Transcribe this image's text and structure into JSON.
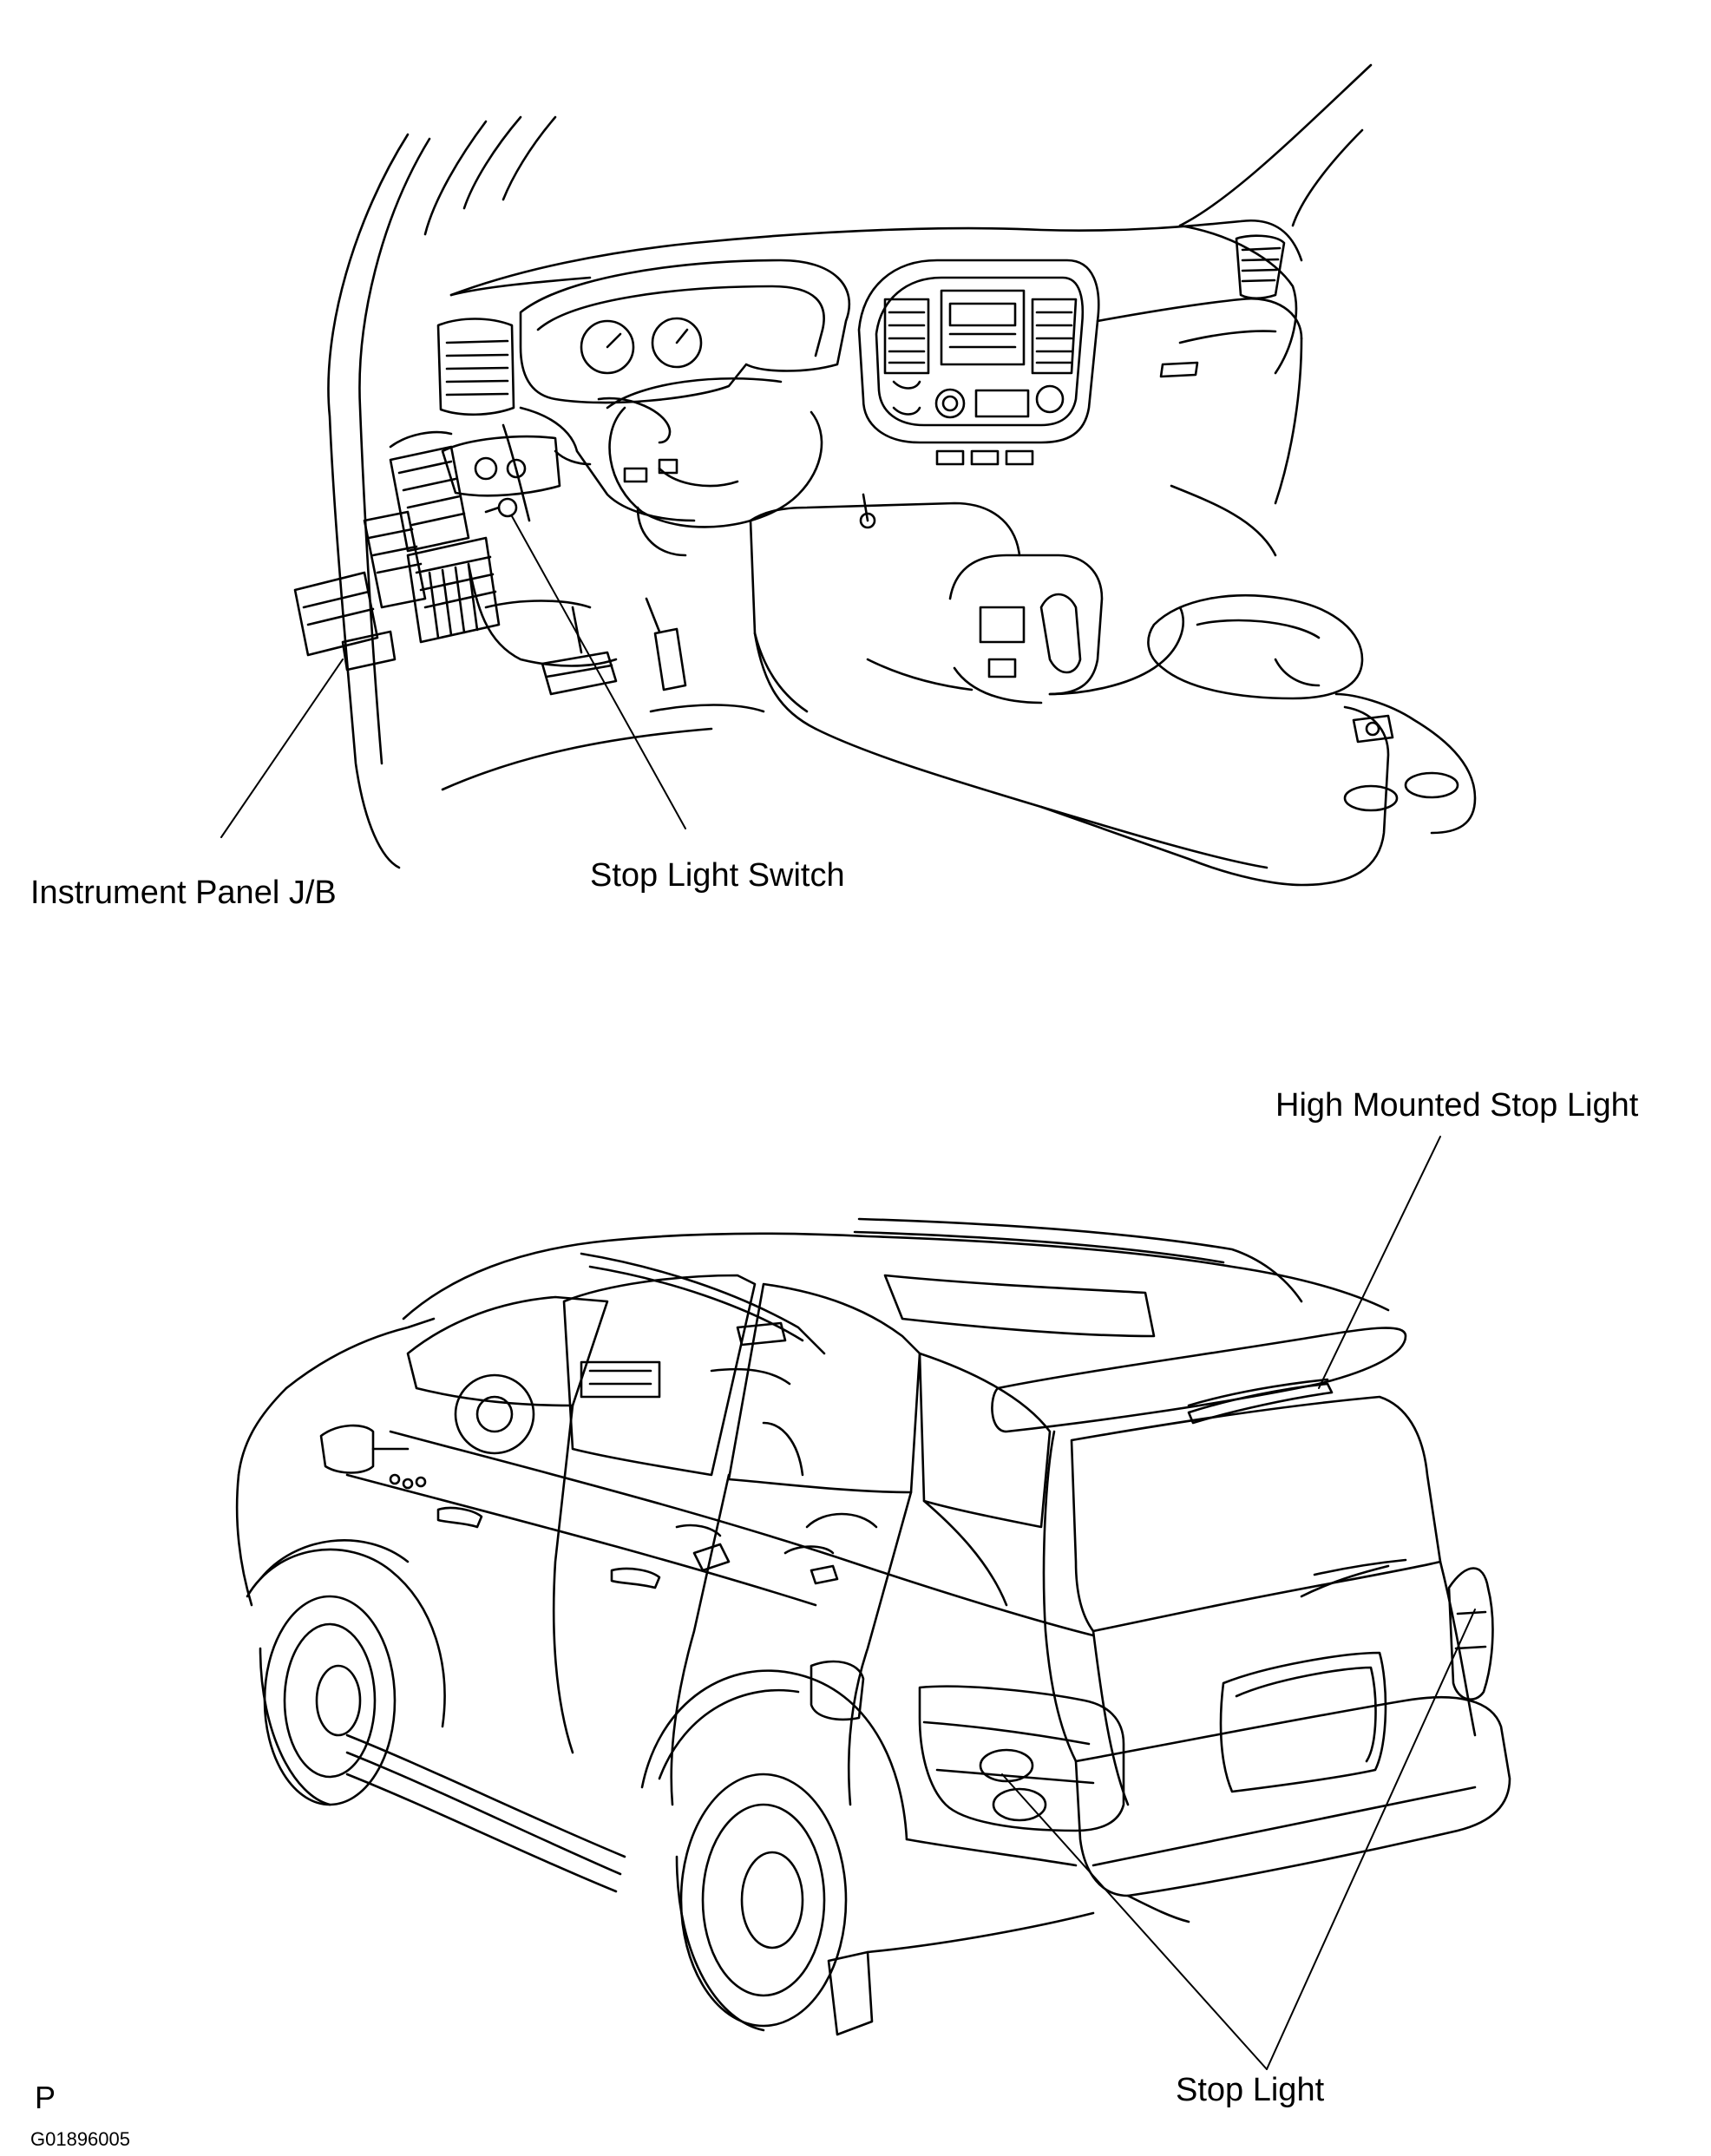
{
  "labels": {
    "instrument_panel_jb": "Instrument Panel J/B",
    "stop_light_switch": "Stop Light Switch",
    "high_mounted_stop_light": "High Mounted Stop Light",
    "stop_light": "Stop Light",
    "page_marker": "P",
    "figure_code": "G01896005"
  },
  "colors": {
    "line": "#000000",
    "background": "#ffffff"
  }
}
